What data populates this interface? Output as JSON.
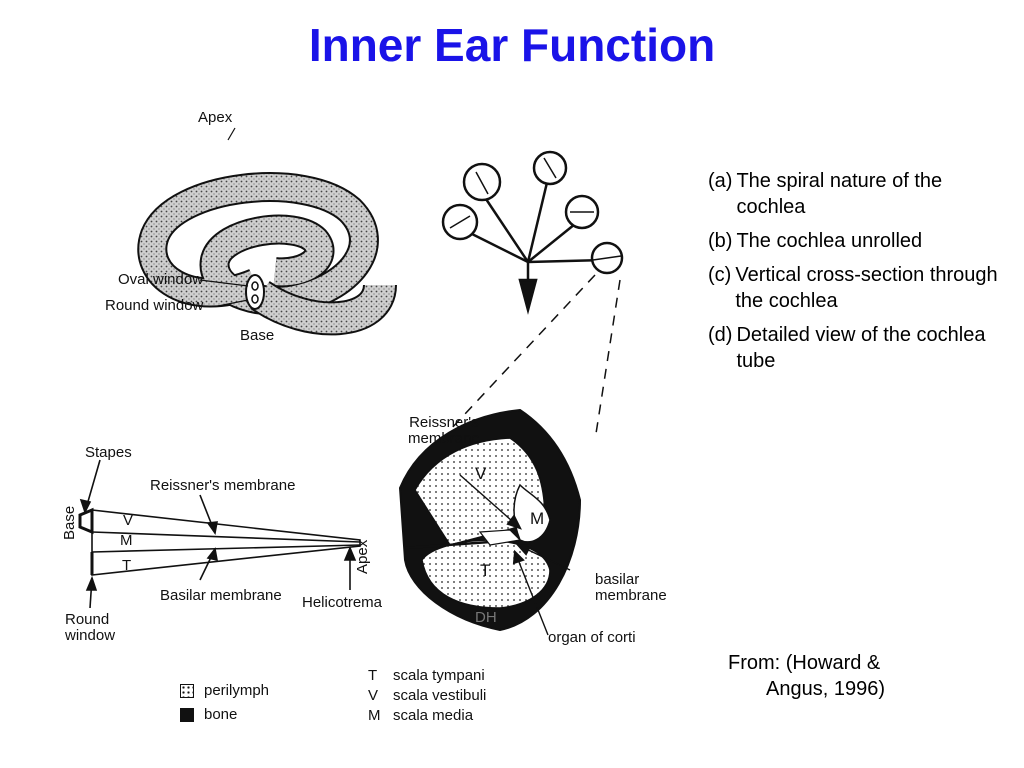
{
  "title": "Inner Ear Function",
  "captions": [
    {
      "letter": "(a)",
      "text": "The spiral nature of the cochlea"
    },
    {
      "letter": "(b)",
      "text": "The cochlea unrolled"
    },
    {
      "letter": "(c)",
      "text": "Vertical cross-section through the cochlea"
    },
    {
      "letter": "(d)",
      "text": "Detailed view of the cochlea tube"
    }
  ],
  "source": {
    "line1": "From: (Howard &",
    "line2": "Angus, 1996)"
  },
  "figure": {
    "spiral": {
      "apex": "Apex",
      "oval_window": "Oval window",
      "round_window": "Round window",
      "base": "Base"
    },
    "unrolled": {
      "stapes": "Stapes",
      "reissners": "Reissner's membrane",
      "v": "V",
      "m": "M",
      "t": "T",
      "base": "Base",
      "apex": "Apex",
      "basilar": "Basilar membrane",
      "round_window": "Round\nwindow",
      "helicotrema": "Helicotrema"
    },
    "tube": {
      "reissners": "Reissner's\nmembrane",
      "v": "V",
      "m": "M",
      "t": "T",
      "dh": "DH",
      "basilar": "basilar\nmembrane",
      "corti": "organ of corti"
    },
    "legend": {
      "perilymph": "perilymph",
      "bone": "bone",
      "t_code": "T",
      "t_desc": "scala tympani",
      "v_code": "V",
      "v_desc": "scala vestibuli",
      "m_code": "M",
      "m_desc": "scala media"
    }
  }
}
